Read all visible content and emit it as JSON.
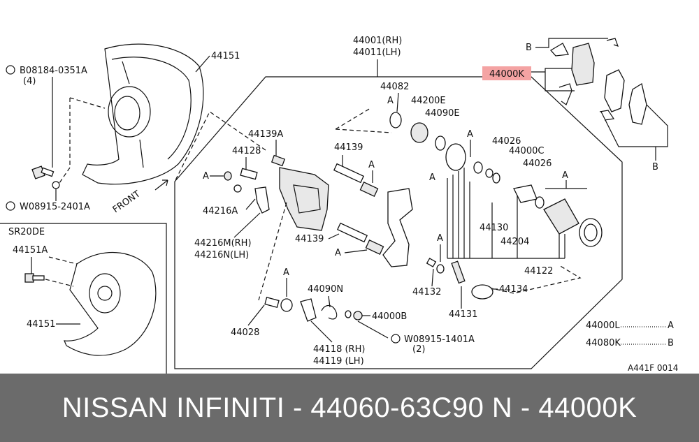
{
  "labels": {
    "p44001": "44001(RH)",
    "p44011": "44011(LH)",
    "p44151_top": "44151",
    "bolt_top": "B08184-0351A",
    "bolt_top_qty": "(4)",
    "washer": "W08915-2401A",
    "front": "FRONT",
    "sr20de": "SR20DE",
    "p44151a": "44151A",
    "p44151_bot": "44151",
    "p44082": "44082",
    "p44200e": "44200E",
    "p44090e": "44090E",
    "p44000k": "44000K",
    "p44139a": "44139A",
    "p44128": "44128",
    "p44139_top": "44139",
    "a1": "A",
    "a2": "A",
    "a3": "A",
    "a4": "A",
    "a5": "A",
    "a6": "A",
    "a7": "A",
    "a8": "A",
    "a9": "A",
    "a10": "A",
    "b1": "B",
    "b2": "B",
    "p44026_1": "44026",
    "p44000c": "44000C",
    "p44026_2": "44026",
    "p44216a": "44216A",
    "p44216m": "44216M(RH)",
    "p44216n": "44216N(LH)",
    "p44139_bot": "44139",
    "p44130": "44130",
    "p44204": "44204",
    "p44122": "44122",
    "p44132": "44132",
    "p44134": "44134",
    "p44131": "44131",
    "p44090n": "44090N",
    "p44000b": "44000B",
    "p44028": "44028",
    "p44118": "44118 (RH)",
    "p44119": "44119 (LH)",
    "washer2": "W08915-1401A",
    "washer2_qty": "(2)",
    "legend_l": "44000L",
    "legend_l_ref": "A",
    "legend_k": "44080K",
    "legend_k_ref": "B",
    "code": "A441F 0014"
  },
  "footer": {
    "text": "NISSAN INFINITI - 44060-63C90     N - 44000K"
  },
  "colors": {
    "highlight": "#f4a3a3",
    "footer_bg": "#6b6b6b",
    "footer_fg": "#ffffff"
  }
}
